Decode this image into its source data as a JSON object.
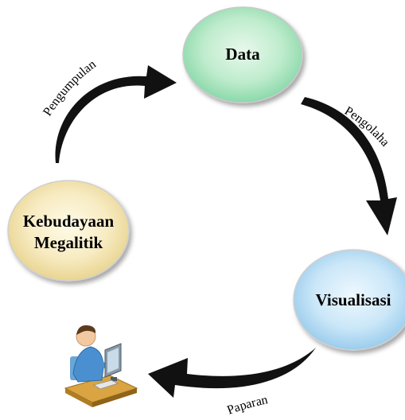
{
  "diagram": {
    "nodes": {
      "data": {
        "label": "Data",
        "color": "#a8e4bf"
      },
      "megalitik": {
        "line1": "Kebudayaan",
        "line2": "Megalitik",
        "color": "#f3e0a8"
      },
      "visualisasi": {
        "label": "Visualisasi",
        "color": "#b9dcf2"
      }
    },
    "edges": {
      "pengumpulan": "Pengumpulan",
      "pengolahan": "Pengolaha",
      "paparan": "Paparan"
    },
    "user_icon": "computer-user-icon",
    "colors": {
      "arrow": "#111111",
      "stroke": "#b9b9b9"
    }
  }
}
